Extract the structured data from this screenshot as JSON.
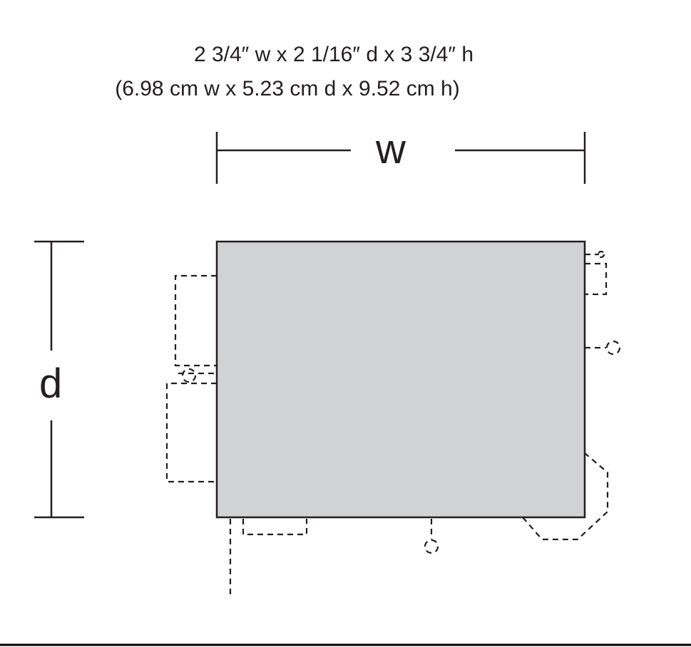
{
  "dimensions": {
    "imperial": "2 3/4″ w x 2 1/16″ d x 3 3/4″ h",
    "metric": "(6.98 cm w x 5.23 cm d x 9.52 cm h)"
  },
  "labels": {
    "width": "w",
    "depth": "d"
  },
  "colors": {
    "body": "#d1d2d4",
    "line": "#231f20"
  }
}
